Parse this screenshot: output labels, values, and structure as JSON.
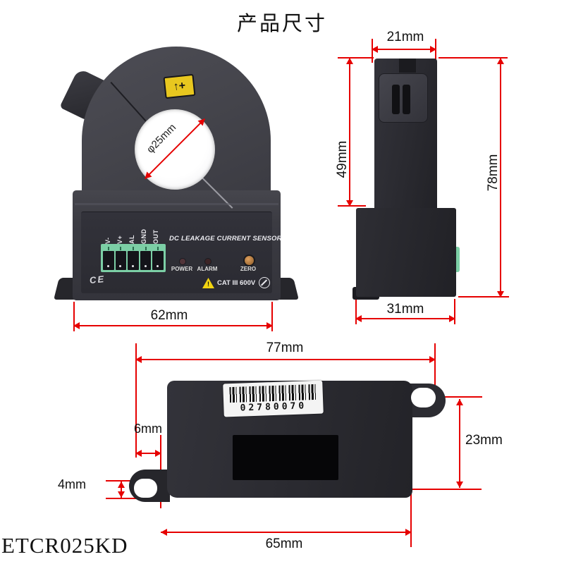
{
  "title": "产品尺寸",
  "model": "ETCR025KD",
  "colors": {
    "dimension_red": "#e60000",
    "label_yellow": "#e8c71f",
    "terminal_green": "#7ccfa6"
  },
  "front_view": {
    "aperture_label": "φ25mm",
    "polarity_label": "↑+",
    "width_label": "62mm",
    "terminal_pins": [
      "V-",
      "V+",
      "AL",
      "GND",
      "OUT"
    ],
    "panel_title": "DC LEAKAGE CURRENT SENSOR",
    "power_label": "POWER",
    "alarm_label": "ALARM",
    "zero_label": "ZERO",
    "ce_label": "CE",
    "warning_symbol": "!",
    "rating_label": "CAT III 600V"
  },
  "side_view": {
    "top_width_label": "21mm",
    "upper_height_label": "49mm",
    "total_height_label": "78mm",
    "base_width_label": "31mm"
  },
  "bottom_view": {
    "overall_width_label": "77mm",
    "edge_to_hole_label": "6mm",
    "hole_to_edge_label": "4mm",
    "hole_vertical_span_label": "23mm",
    "hole_horizontal_span_label": "65mm",
    "serial_number": "02780070"
  }
}
